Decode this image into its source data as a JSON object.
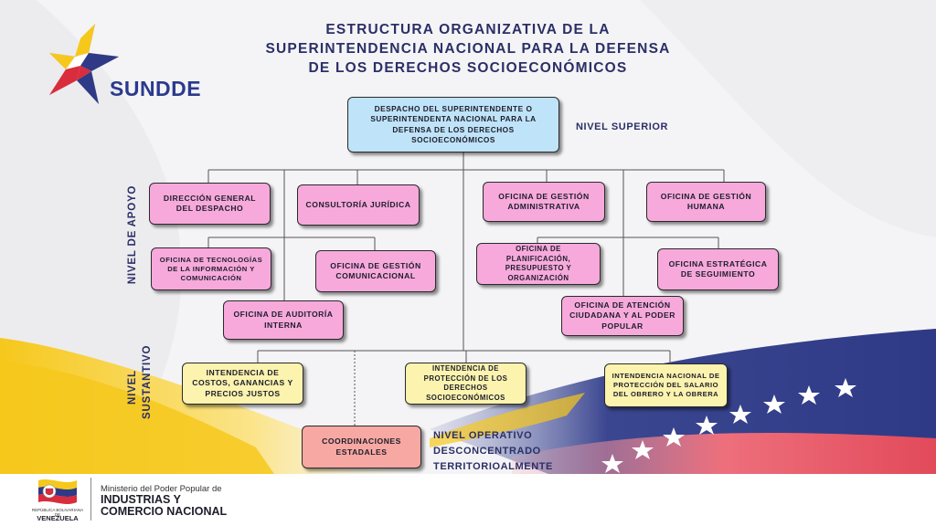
{
  "title": {
    "line1": "ESTRUCTURA ORGANIZATIVA DE LA",
    "line2": "SUPERINTENDENCIA NACIONAL PARA LA DEFENSA",
    "line3": "DE LOS DERECHOS SOCIOECONÓMICOS"
  },
  "logo": {
    "text": "SUNDDE",
    "icon": "star-flag-icon"
  },
  "levels": {
    "superior": "NIVEL SUPERIOR",
    "apoyo": "NIVEL DE APOYO",
    "sustantivo_line1": "NIVEL",
    "sustantivo_line2": "SUSTANTIVO",
    "operativo_line1": "NIVEL OPERATIVO",
    "operativo_line2": "DESCONCENTRADO",
    "operativo_line3": "TERRITORIOALMENTE"
  },
  "boxes": {
    "despacho": "DESPACHO DEL SUPERINTENDENTE O SUPERINTENDENTA NACIONAL PARA LA DEFENSA DE LOS DERECHOS SOCIOECONÓMICOS",
    "direccion_general": "DIRECCIÓN GENERAL DEL DESPACHO",
    "consultoria": "CONSULTORÍA JURÍDICA",
    "gestion_administrativa": "OFICINA DE GESTIÓN ADMINISTRATIVA",
    "gestion_humana": "OFICINA DE GESTIÓN HUMANA",
    "tecnologias": "OFICINA DE TECNOLOGÍAS DE LA INFORMACIÓN Y COMUNICACIÓN",
    "gestion_comunicacional": "OFICINA DE GESTIÓN COMUNICACIONAL",
    "planificacion": "OFICINA DE PLANIFICACIÓN, PRESUPUESTO Y ORGANIZACIÓN",
    "estrategica": "OFICINA ESTRATÉGICA DE SEGUIMIENTO",
    "auditoria": "OFICINA DE AUDITORÍA INTERNA",
    "atencion": "OFICINA DE ATENCIÓN CIUDADANA Y AL PODER POPULAR",
    "costos": "INTENDENCIA DE COSTOS, GANANCIAS Y PRECIOS JUSTOS",
    "proteccion": "INTENDENCIA DE PROTECCIÓN DE LOS DERECHOS SOCIOECONÓMICOS",
    "salario": "INTENDENCIA NACIONAL DE PROTECCIÓN DEL SALARIO DEL OBRERO Y LA OBRERA",
    "coordinaciones": "COORDINACIONES ESTADALES"
  },
  "footer": {
    "ministry_small": "Ministerio del Poder Popular de",
    "ministry_line1": "INDUSTRIAS Y",
    "ministry_line2": "COMERCIO NACIONAL",
    "republic_small": "REPÚBLICA BOLIVARIANA DE",
    "republic_big": "VENEZUELA",
    "coat_icon": "coat-of-arms-icon"
  },
  "colors": {
    "title": "#2b2f66",
    "superior_box": "#bfe3f8",
    "apoyo_box": "#f7a9dc",
    "sustantivo_box": "#fbf3ae",
    "operativo_box": "#f7a8a2",
    "flag_yellow": "#f6c81c",
    "flag_blue": "#2e3a86",
    "flag_red": "#d92c3c"
  }
}
